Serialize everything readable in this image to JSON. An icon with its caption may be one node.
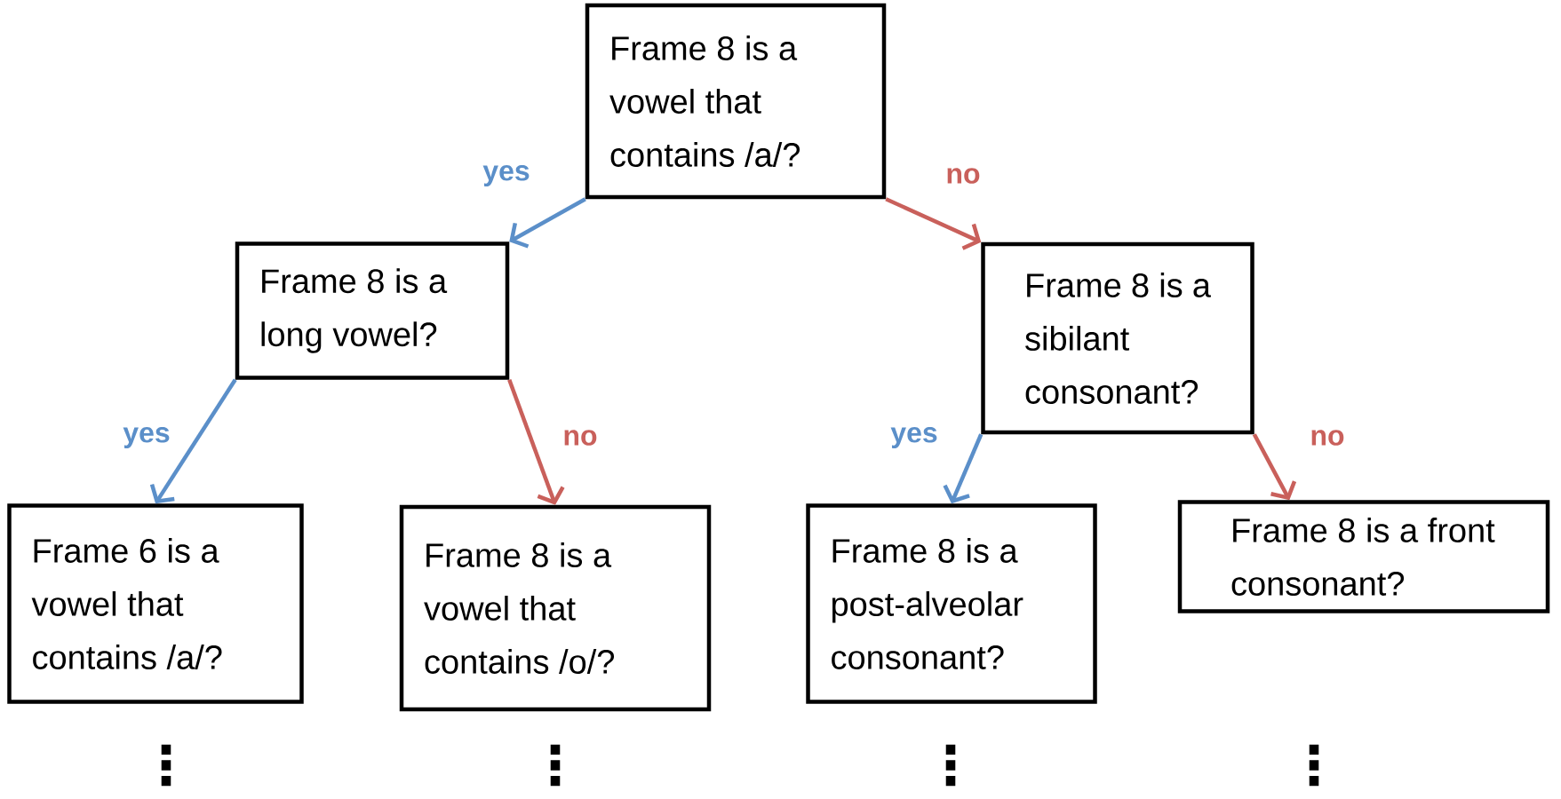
{
  "diagram": {
    "nodes": [
      {
        "text": [
          "Frame 8 is a vowel that contains /a/?"
        ]
      },
      {
        "text": [
          "Frame 8 is a long vowel?"
        ]
      },
      {
        "text": [
          "Frame 8 is a sibilant consonant?"
        ]
      },
      {
        "text": [
          "Frame 6 is a vowel that contains /a/?"
        ],
        "beside": [
          "⋮"
        ]
      },
      {
        "text": [
          "Frame 8 is a vowel that contains /o/?"
        ],
        "beside": [
          "⋮"
        ]
      },
      {
        "text": [
          "Frame 8 is a post-alveolar consonant?"
        ],
        "beside": [
          "⋮"
        ]
      },
      {
        "text": [
          "Frame 8 is a front consonant?"
        ],
        "beside": [
          "⋮"
        ]
      }
    ],
    "edges": [
      {
        "from": 0,
        "to": 1,
        "arrow": "to",
        "label": "yes",
        "color": "#5b8fc9"
      },
      {
        "from": 0,
        "to": 2,
        "arrow": "to",
        "label": "no",
        "color": "#c9605b"
      },
      {
        "from": 1,
        "to": 3,
        "arrow": "to",
        "label": "yes",
        "color": "#5b8fc9"
      },
      {
        "from": 1,
        "to": 4,
        "arrow": "to",
        "label": "no",
        "color": "#c9605b"
      },
      {
        "from": 2,
        "to": 5,
        "arrow": "to",
        "label": "yes",
        "color": "#5b8fc9"
      },
      {
        "from": 2,
        "to": 6,
        "arrow": "to",
        "label": "no",
        "color": "#c9605b"
      }
    ]
  }
}
